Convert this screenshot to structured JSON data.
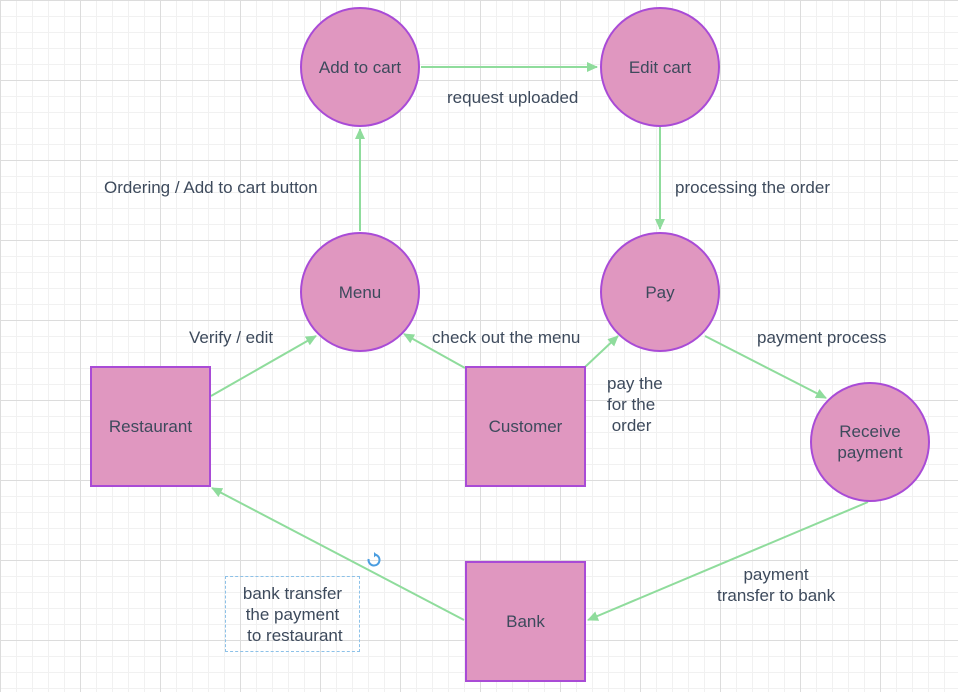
{
  "nodes": {
    "add_to_cart": "Add to cart",
    "edit_cart": "Edit cart",
    "menu": "Menu",
    "pay": "Pay",
    "receive_payment": "Receive\npayment",
    "restaurant": "Restaurant",
    "customer": "Customer",
    "bank": "Bank"
  },
  "edges": {
    "add_to_edit": "request uploaded",
    "menu_to_add": "Ordering / Add to cart button",
    "edit_to_pay": "processing the order",
    "restaurant_to_menu": "Verify / edit",
    "customer_to_menu": "check out the menu",
    "pay_to_receive": "payment process",
    "customer_to_pay": "pay the\nfor the\n order",
    "receive_to_bank": "payment\ntransfer to bank",
    "bank_to_restaurant": "bank transfer\nthe payment\n to restaurant"
  },
  "colors": {
    "node_fill": "#e097c0",
    "node_stroke": "#a94bd6",
    "edge": "#8fdc9c",
    "text": "#3d4a5c",
    "selection": "#8cc1e8"
  }
}
